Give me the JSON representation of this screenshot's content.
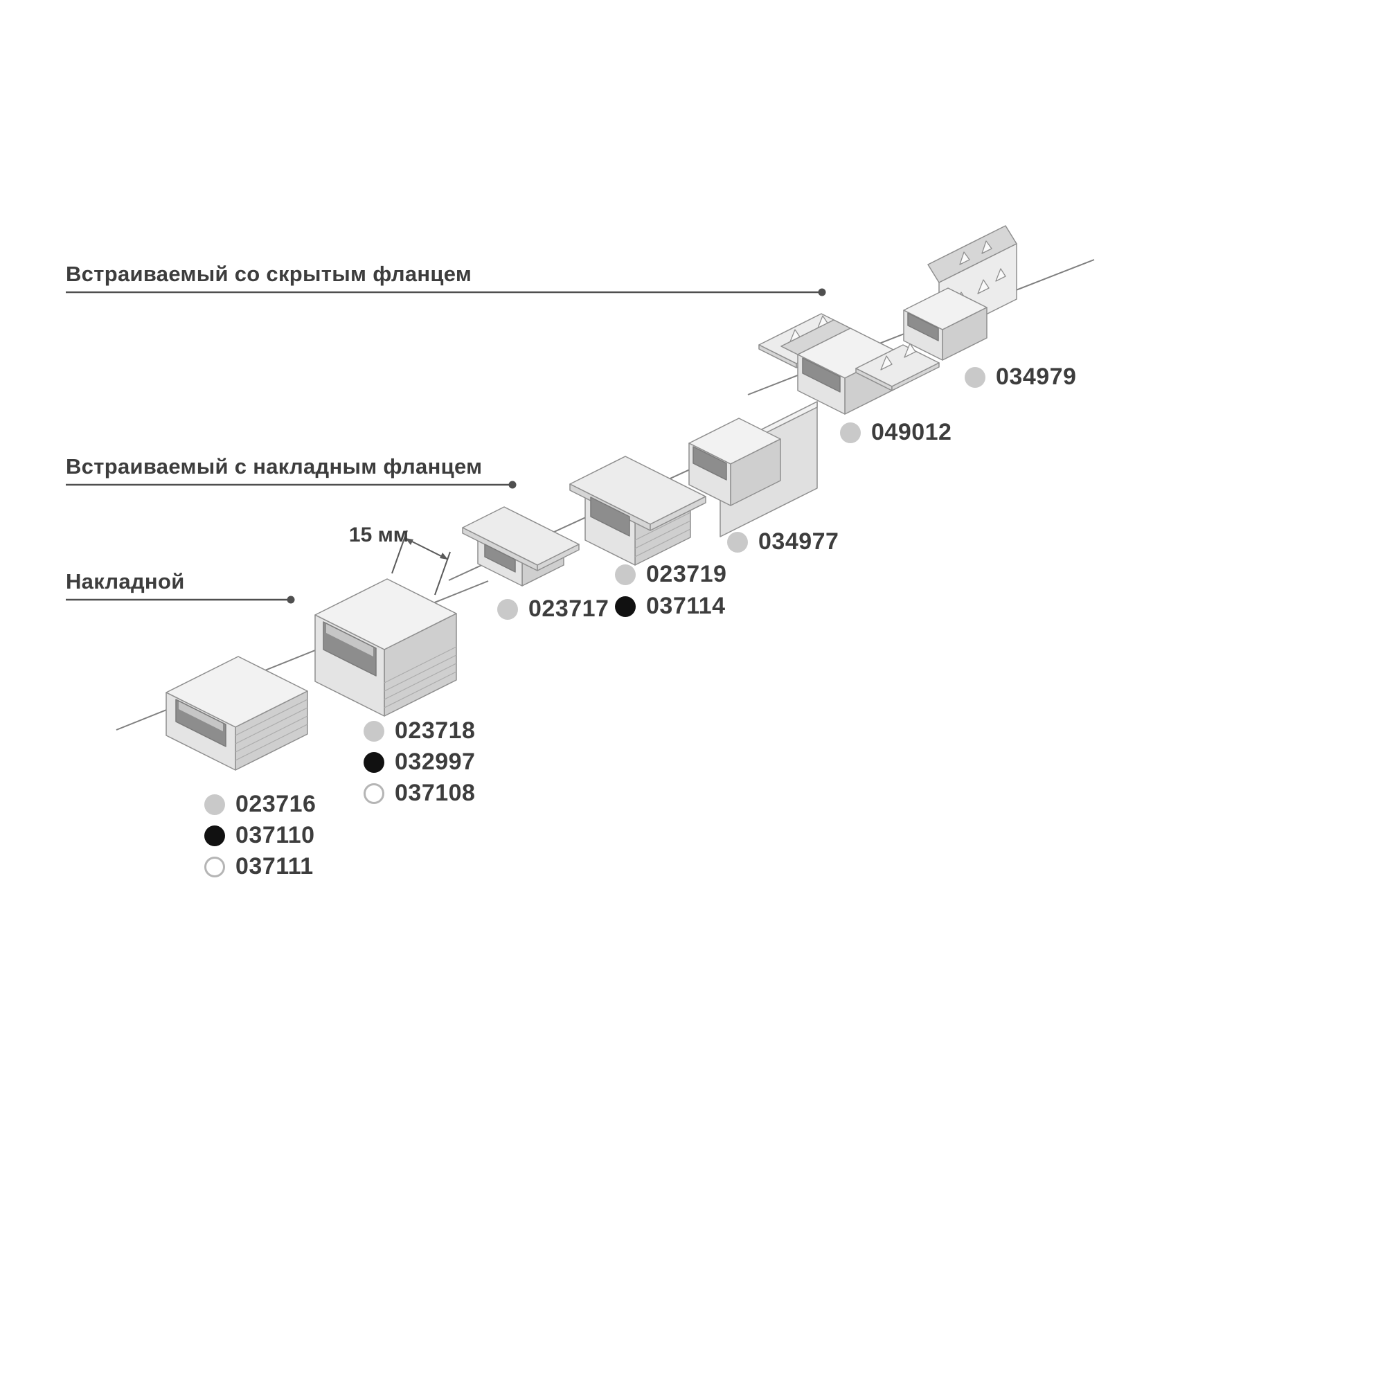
{
  "title": "LED aluminium profile mounting types diagram",
  "categories": [
    {
      "id": "recessed-hidden-flange",
      "label": "Встраиваемый со скрытым фланцем"
    },
    {
      "id": "recessed-surface-flange",
      "label": "Встраиваемый с накладным фланцем"
    },
    {
      "id": "surface-mounted",
      "label": "Накладной"
    }
  ],
  "dimension_label": "15 мм",
  "product_groups": [
    {
      "category": "surface-mounted",
      "codes": [
        {
          "code": "023716",
          "dot": "gray"
        },
        {
          "code": "037110",
          "dot": "black"
        },
        {
          "code": "037111",
          "dot": "white"
        }
      ]
    },
    {
      "category": "surface-mounted",
      "codes": [
        {
          "code": "023718",
          "dot": "gray"
        },
        {
          "code": "032997",
          "dot": "black"
        },
        {
          "code": "037108",
          "dot": "white"
        }
      ]
    },
    {
      "category": "recessed-surface-flange",
      "codes": [
        {
          "code": "023717",
          "dot": "gray"
        }
      ]
    },
    {
      "category": "recessed-surface-flange",
      "codes": [
        {
          "code": "023719",
          "dot": "gray"
        },
        {
          "code": "037114",
          "dot": "black"
        }
      ]
    },
    {
      "category": "recessed-surface-flange",
      "codes": [
        {
          "code": "034977",
          "dot": "gray"
        }
      ]
    },
    {
      "category": "recessed-hidden-flange",
      "codes": [
        {
          "code": "049012",
          "dot": "gray"
        }
      ]
    },
    {
      "category": "recessed-hidden-flange",
      "codes": [
        {
          "code": "034979",
          "dot": "gray"
        }
      ]
    }
  ],
  "colors": {
    "text": "#3d3d3d",
    "line": "#7f7f7f",
    "underline": "#4f4f4f",
    "dot_gray": "#c9c9c9",
    "dot_black": "#111111",
    "dot_white": "#ffffff",
    "profile_light": "#f2f2f2",
    "profile_mid": "#e4e4e4",
    "profile_dark": "#cfcfcf"
  }
}
